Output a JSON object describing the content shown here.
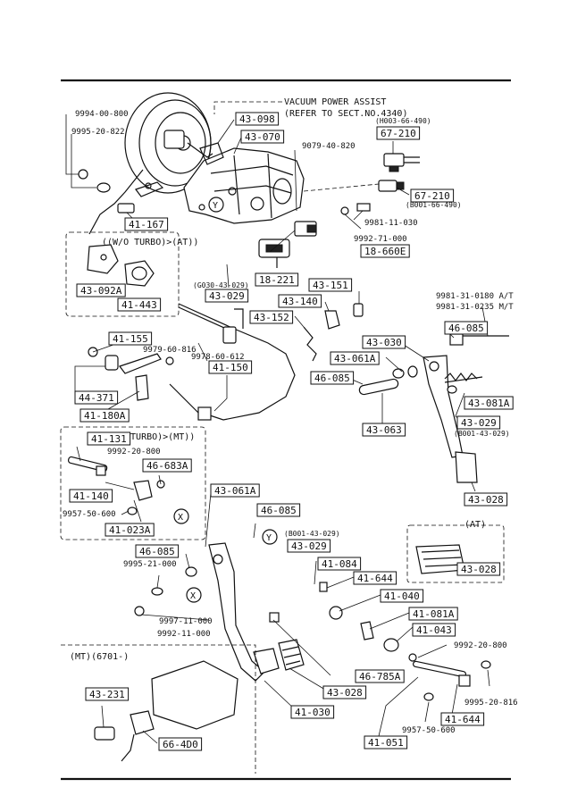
{
  "header_note": [
    "VACUUM POWER ASSIST",
    "(REFER TO SECT.NO.4340)"
  ],
  "groups": {
    "wo_turbo": "((W/O TURBO)>(AT))",
    "turbo": "((TURBO)>(MT))",
    "at": "(AT)",
    "mt": "(MT)(6701-)"
  },
  "boxed_labels": [
    {
      "id": "b-43-098",
      "text": "43-098"
    },
    {
      "id": "b-43-070",
      "text": "43-070"
    },
    {
      "id": "b-67-210a",
      "text": "67-210"
    },
    {
      "id": "b-67-210b",
      "text": "67-210"
    },
    {
      "id": "b-41-167",
      "text": "41-167"
    },
    {
      "id": "b-18-660E",
      "text": "18-660E"
    },
    {
      "id": "b-18-221",
      "text": "18-221"
    },
    {
      "id": "b-43-092A",
      "text": "43-092A"
    },
    {
      "id": "b-41-443",
      "text": "41-443"
    },
    {
      "id": "b-43-029a",
      "text": "43-029"
    },
    {
      "id": "b-43-151",
      "text": "43-151"
    },
    {
      "id": "b-43-140",
      "text": "43-140"
    },
    {
      "id": "b-43-152",
      "text": "43-152"
    },
    {
      "id": "b-46-085a",
      "text": "46-085"
    },
    {
      "id": "b-43-030",
      "text": "43-030"
    },
    {
      "id": "b-43-061Aa",
      "text": "43-061A"
    },
    {
      "id": "b-46-085b",
      "text": "46-085"
    },
    {
      "id": "b-43-081A",
      "text": "43-081A"
    },
    {
      "id": "b-43-029b",
      "text": "43-029"
    },
    {
      "id": "b-43-063",
      "text": "43-063"
    },
    {
      "id": "b-43-028a",
      "text": "43-028"
    },
    {
      "id": "b-41-155",
      "text": "41-155"
    },
    {
      "id": "b-41-150",
      "text": "41-150"
    },
    {
      "id": "b-44-371",
      "text": "44-371"
    },
    {
      "id": "b-41-180A",
      "text": "41-180A"
    },
    {
      "id": "b-41-131",
      "text": "41-131"
    },
    {
      "id": "b-46-683A",
      "text": "46-683A"
    },
    {
      "id": "b-41-140",
      "text": "41-140"
    },
    {
      "id": "b-41-023A",
      "text": "41-023A"
    },
    {
      "id": "b-43-061Ab",
      "text": "43-061A"
    },
    {
      "id": "b-46-085c",
      "text": "46-085"
    },
    {
      "id": "b-43-029c",
      "text": "43-029"
    },
    {
      "id": "b-46-085d",
      "text": "46-085"
    },
    {
      "id": "b-41-084",
      "text": "41-084"
    },
    {
      "id": "b-41-644a",
      "text": "41-644"
    },
    {
      "id": "b-41-040",
      "text": "41-040"
    },
    {
      "id": "b-41-081A",
      "text": "41-081A"
    },
    {
      "id": "b-41-043",
      "text": "41-043"
    },
    {
      "id": "b-46-785A",
      "text": "46-785A"
    },
    {
      "id": "b-43-028b",
      "text": "43-028"
    },
    {
      "id": "b-43-028c",
      "text": "43-028"
    },
    {
      "id": "b-41-030",
      "text": "41-030"
    },
    {
      "id": "b-43-231",
      "text": "43-231"
    },
    {
      "id": "b-66-4D0",
      "text": "66-4D0"
    },
    {
      "id": "b-41-644b",
      "text": "41-644"
    },
    {
      "id": "b-41-051",
      "text": "41-051"
    }
  ],
  "plain_labels": [
    {
      "id": "t-9994",
      "text": "9994-00-800"
    },
    {
      "id": "t-9995-822",
      "text": "9995-20-822"
    },
    {
      "id": "t-h003",
      "text": "(H003-66-490)"
    },
    {
      "id": "t-9079",
      "text": "9079-40-820"
    },
    {
      "id": "t-b001-66",
      "text": "(B001-66-490)"
    },
    {
      "id": "t-9981-11",
      "text": "9981-11-030"
    },
    {
      "id": "t-9992-71",
      "text": "9992-71-000"
    },
    {
      "id": "t-g030",
      "text": "(G030-43-029)"
    },
    {
      "id": "t-9981-31a",
      "text": "9981-31-0180 A/T"
    },
    {
      "id": "t-9981-31b",
      "text": "9981-31-0235 M/T"
    },
    {
      "id": "t-9979",
      "text": "9979-60-816"
    },
    {
      "id": "t-9978",
      "text": "9978-60-612"
    },
    {
      "id": "t-b001-43a",
      "text": "(B001-43-029)"
    },
    {
      "id": "t-9992-20a",
      "text": "9992-20-800"
    },
    {
      "id": "t-9957a",
      "text": "9957-50-600"
    },
    {
      "id": "t-b001-43b",
      "text": "(B001-43-029)"
    },
    {
      "id": "t-9995-21",
      "text": "9995-21-000"
    },
    {
      "id": "t-9997",
      "text": "9997-11-000"
    },
    {
      "id": "t-9992-11",
      "text": "9992-11-000"
    },
    {
      "id": "t-9992-20b",
      "text": "9992-20-800"
    },
    {
      "id": "t-9995-816",
      "text": "9995-20-816"
    },
    {
      "id": "t-9957b",
      "text": "9957-50-600"
    }
  ],
  "callouts": {
    "x": "X",
    "y": "Y"
  }
}
